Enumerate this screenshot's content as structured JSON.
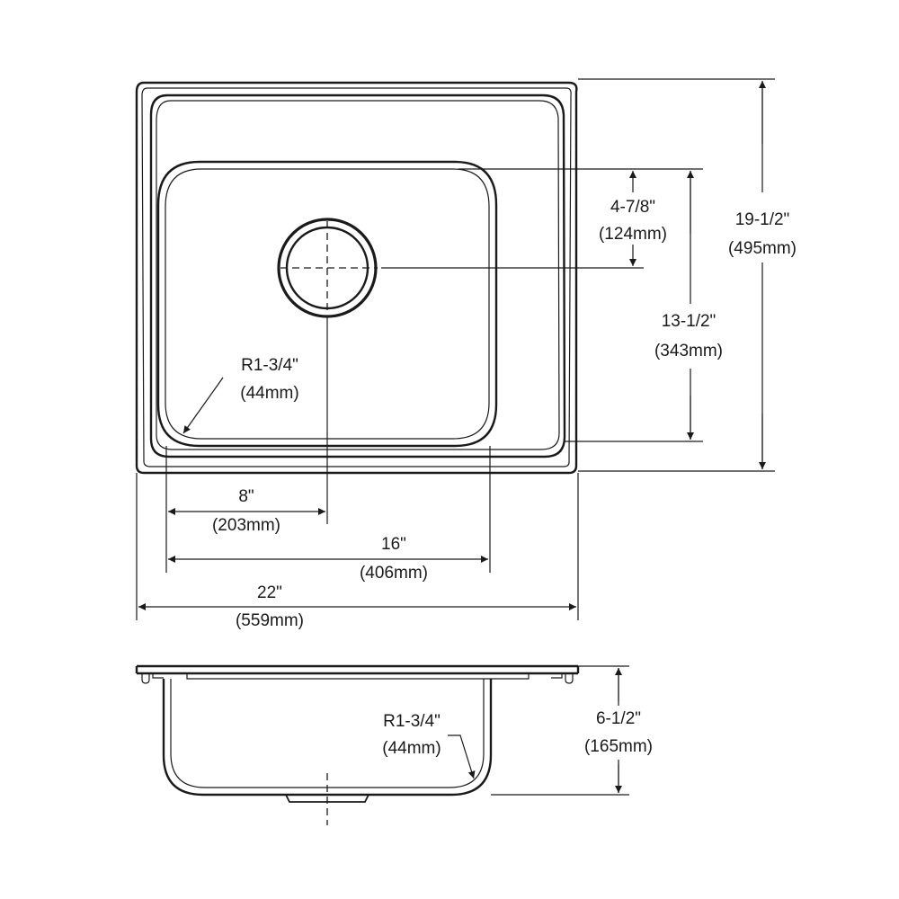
{
  "dimensions": {
    "overall_width": {
      "imperial": "22\"",
      "metric": "(559mm)"
    },
    "bowl_width": {
      "imperial": "16\"",
      "metric": "(406mm)"
    },
    "drain_offset": {
      "imperial": "8\"",
      "metric": "(203mm)"
    },
    "overall_depth": {
      "imperial": "19-1/2\"",
      "metric": "(495mm)"
    },
    "bowl_depth": {
      "imperial": "13-1/2\"",
      "metric": "(343mm)"
    },
    "drain_from_back": {
      "imperial": "4-7/8\"",
      "metric": "(124mm)"
    },
    "corner_radius_top": {
      "imperial": "R1-3/4\"",
      "metric": "(44mm)"
    },
    "corner_radius_side": {
      "imperial": "R1-3/4\"",
      "metric": "(44mm)"
    },
    "bowl_height": {
      "imperial": "6-1/2\"",
      "metric": "(165mm)"
    }
  }
}
